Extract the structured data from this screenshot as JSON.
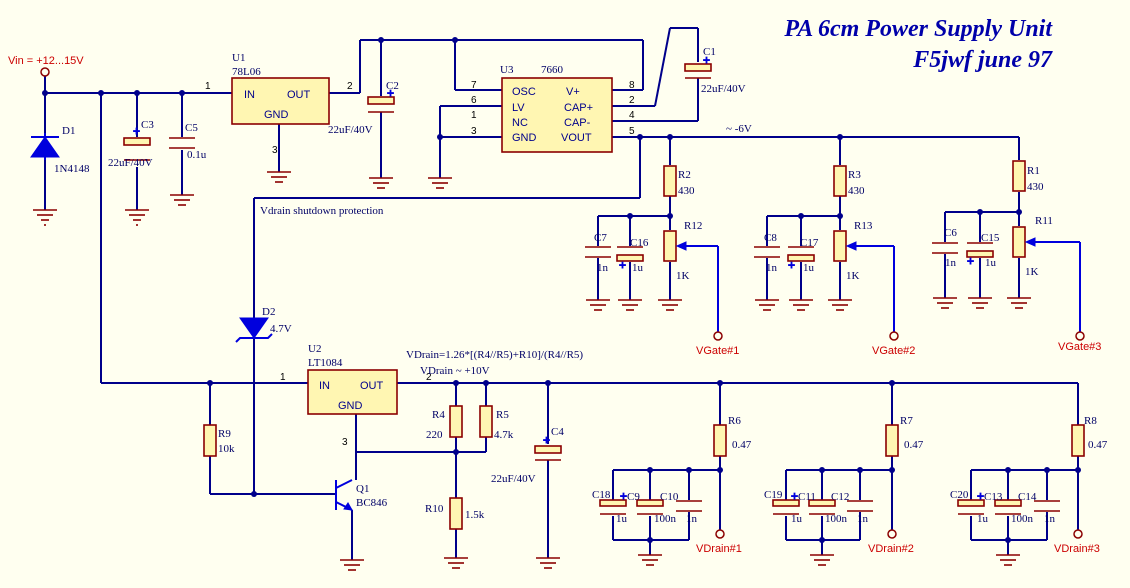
{
  "title": {
    "line1": "PA 6cm Power Supply Unit",
    "line2": "F5jwf june 97"
  },
  "nets": {
    "vin": "Vin = +12...15V",
    "vneg": "~ -6V",
    "shutdown": "Vdrain shutdown protection",
    "formula": "VDrain=1.26*[(R4//R5)+R10]/(R4//R5)",
    "vdrain": "VDrain ~ +10V",
    "vgate1": "VGate#1",
    "vgate2": "VGate#2",
    "vgate3": "VGate#3",
    "vdrain1": "VDrain#1",
    "vdrain2": "VDrain#2",
    "vdrain3": "VDrain#3"
  },
  "components": {
    "u1": {
      "ref": "U1",
      "part": "78L06",
      "in": "IN",
      "out": "OUT",
      "gnd": "GND",
      "p1": "1",
      "p2": "2",
      "p3": "3"
    },
    "u2": {
      "ref": "U2",
      "part": "LT1084",
      "in": "IN",
      "out": "OUT",
      "gnd": "GND",
      "p1": "1",
      "p2": "2",
      "p3": "3"
    },
    "u3": {
      "ref": "U3",
      "part": "7660",
      "osc": "OSC",
      "lv": "LV",
      "nc": "NC",
      "gnd": "GND",
      "vplus": "V+",
      "capp": "CAP+",
      "capm": "CAP-",
      "vout": "VOUT",
      "p7": "7",
      "p6": "6",
      "p1": "1",
      "p3": "3",
      "p8": "8",
      "p2": "2",
      "p4": "4",
      "p5": "5"
    },
    "d1": {
      "ref": "D1",
      "value": "1N4148"
    },
    "d2": {
      "ref": "D2",
      "value": "4.7V"
    },
    "q1": {
      "ref": "Q1",
      "value": "BC846"
    },
    "c1": {
      "ref": "C1",
      "value": "22uF/40V"
    },
    "c2": {
      "ref": "C2",
      "value": "22uF/40V"
    },
    "c3": {
      "ref": "C3",
      "value": "22uF/40V"
    },
    "c4": {
      "ref": "C4",
      "value": "22uF/40V"
    },
    "c5": {
      "ref": "C5",
      "value": "0.1u"
    },
    "c6": {
      "ref": "C6",
      "value": "1n"
    },
    "c15": {
      "ref": "C15",
      "value": "1u"
    },
    "c7": {
      "ref": "C7",
      "value": "1n"
    },
    "c16": {
      "ref": "C16",
      "value": "1u"
    },
    "c8": {
      "ref": "C8",
      "value": "1n"
    },
    "c17": {
      "ref": "C17",
      "value": "1u"
    },
    "c18": {
      "ref": "C18",
      "value": "1u"
    },
    "c9": {
      "ref": "C9",
      "value": "100n"
    },
    "c10": {
      "ref": "C10",
      "value": "1n"
    },
    "c19": {
      "ref": "C19",
      "value": "1u"
    },
    "c11": {
      "ref": "C11",
      "value": "100n"
    },
    "c12": {
      "ref": "C12",
      "value": "1n"
    },
    "c20": {
      "ref": "C20",
      "value": "1u"
    },
    "c13": {
      "ref": "C13",
      "value": "100n"
    },
    "c14": {
      "ref": "C14",
      "value": "1n"
    },
    "r1": {
      "ref": "R1",
      "value": "430"
    },
    "r2": {
      "ref": "R2",
      "value": "430"
    },
    "r3": {
      "ref": "R3",
      "value": "430"
    },
    "r4": {
      "ref": "R4",
      "value": "220"
    },
    "r5": {
      "ref": "R5",
      "value": "4.7k"
    },
    "r6": {
      "ref": "R6",
      "value": "0.47"
    },
    "r7": {
      "ref": "R7",
      "value": "0.47"
    },
    "r8": {
      "ref": "R8",
      "value": "0.47"
    },
    "r9": {
      "ref": "R9",
      "value": "10k"
    },
    "r10": {
      "ref": "R10",
      "value": "1.5k"
    },
    "r11": {
      "ref": "R11",
      "value": "1K"
    },
    "r12": {
      "ref": "R12",
      "value": "1K"
    },
    "r13": {
      "ref": "R13",
      "value": "1K"
    }
  }
}
